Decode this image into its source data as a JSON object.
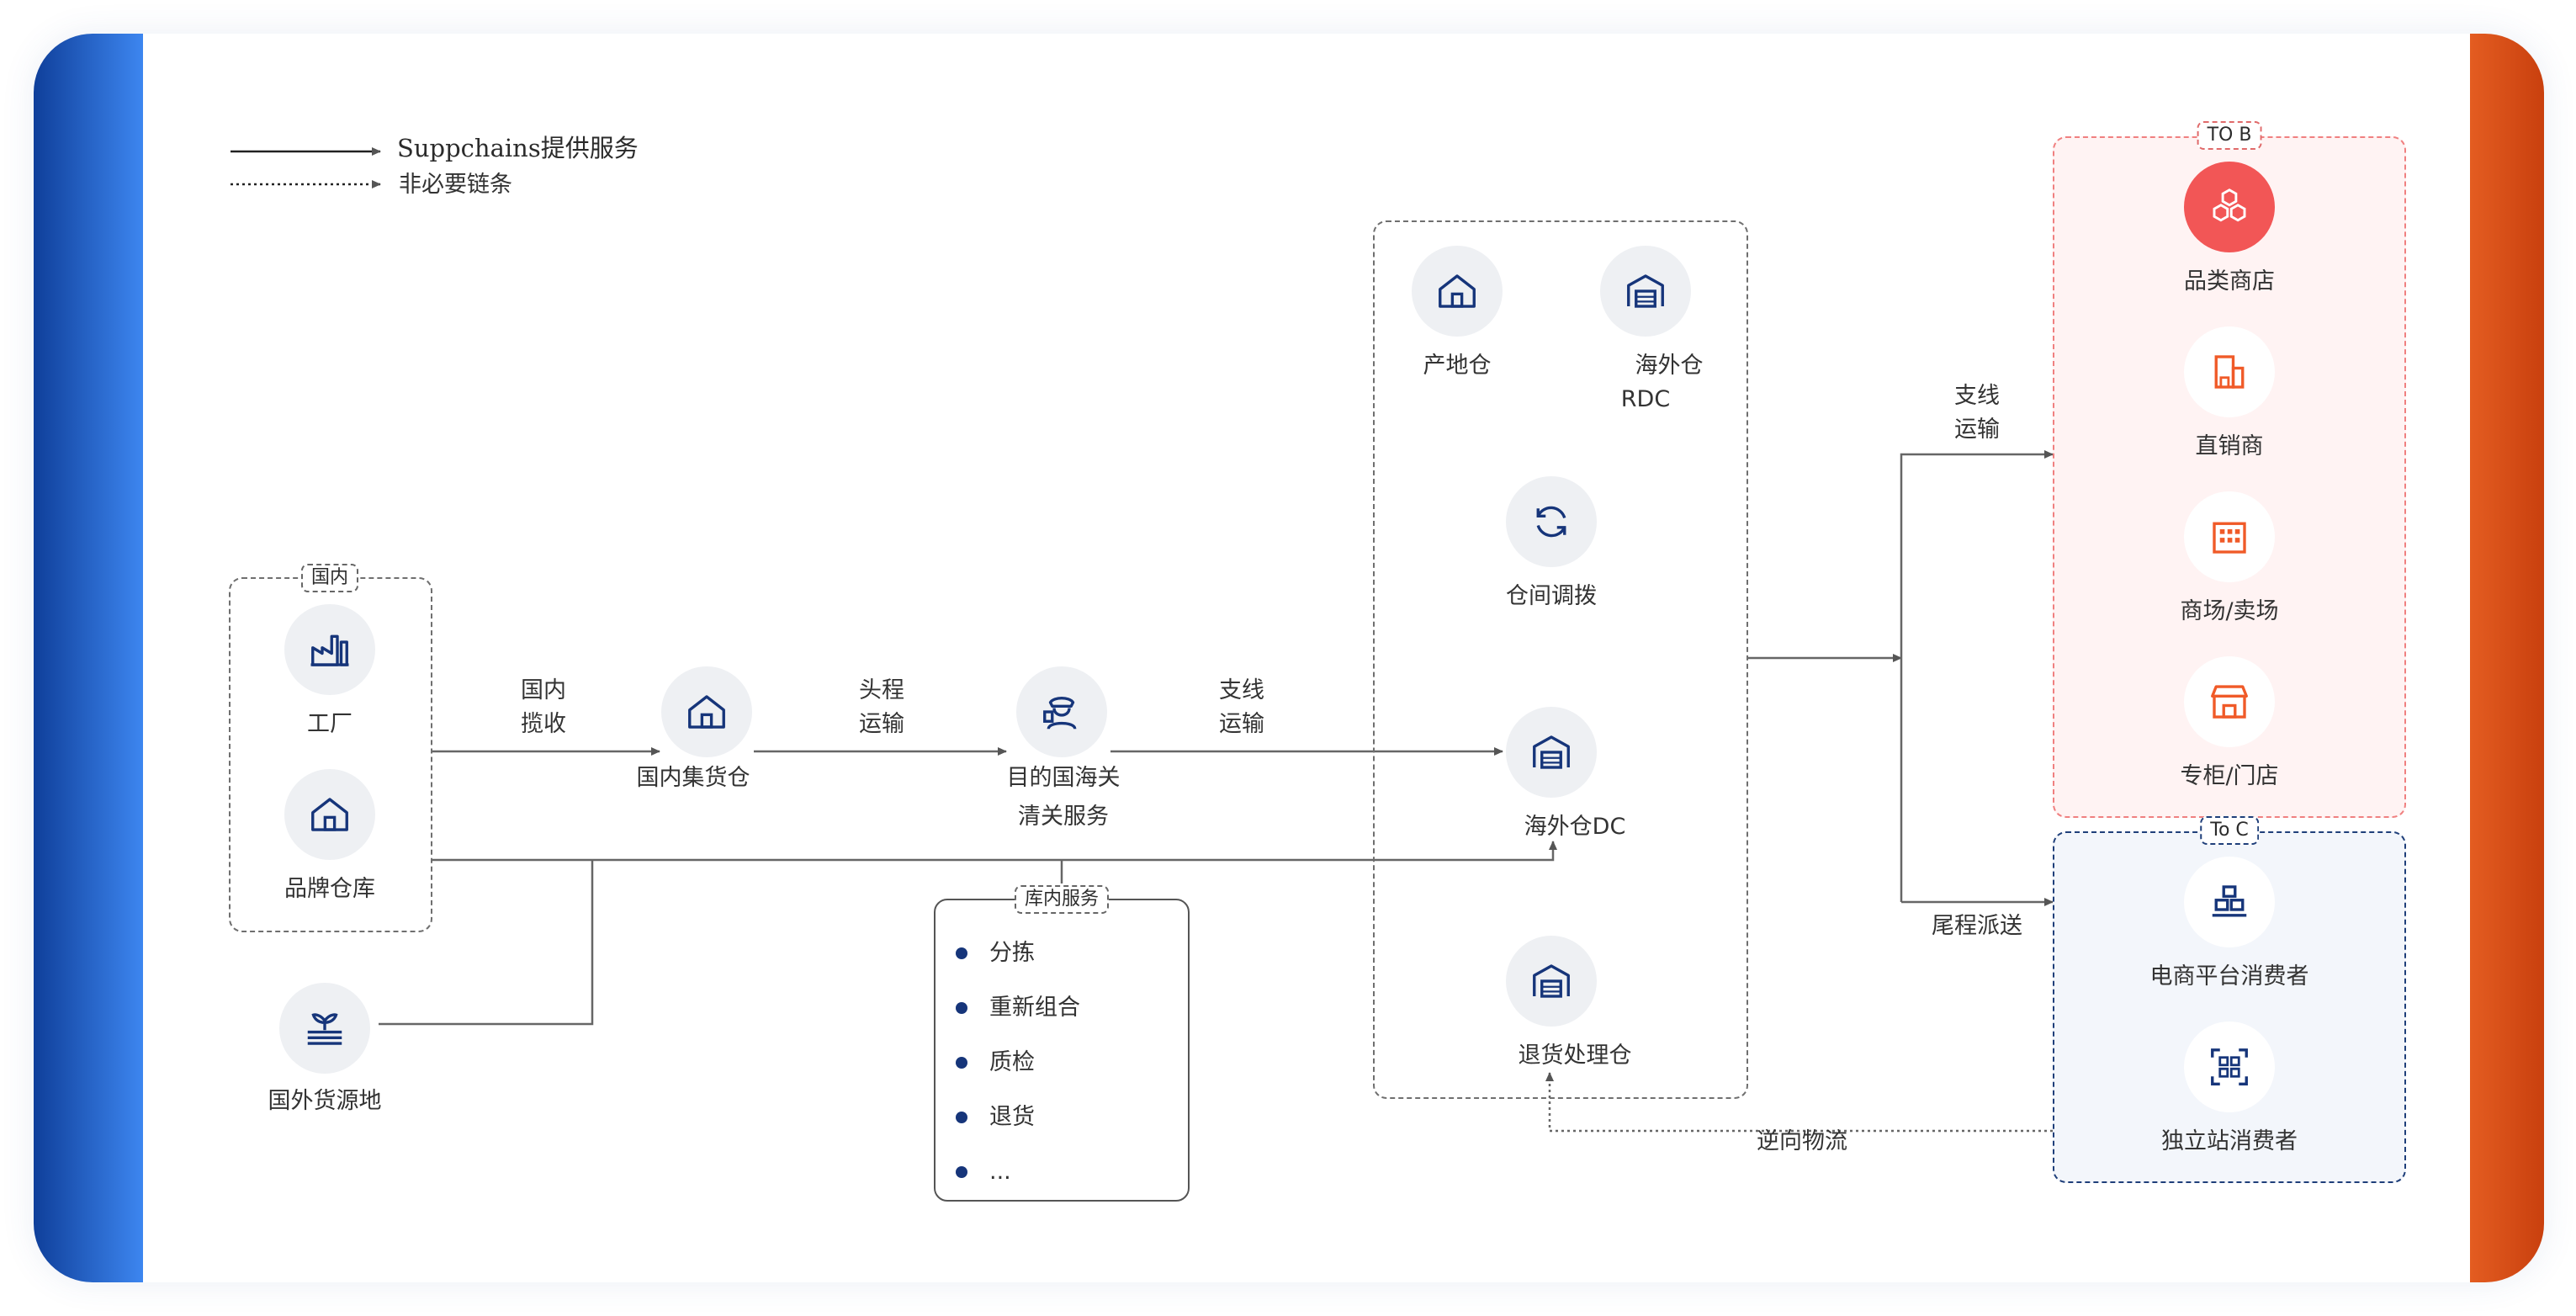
{
  "legend": {
    "solid": "Suppchains提供服务",
    "dashed": "非必要链条"
  },
  "domestic": {
    "tag": "国内",
    "factory": "工厂",
    "brand_warehouse": "品牌仓库"
  },
  "overseas_source": "国外货源地",
  "edges": {
    "domestic_pickup": [
      "国内",
      "揽收"
    ],
    "first_leg": [
      "头程",
      "运输"
    ],
    "branch_1": [
      "支线",
      "运输"
    ],
    "branch_2": [
      "支线",
      "运输"
    ],
    "last_mile": "尾程派送",
    "reverse": "逆向物流"
  },
  "nodes": {
    "consolidation": "国内集货仓",
    "customs": [
      "目的国海关",
      "清关服务"
    ]
  },
  "warehouse_services": {
    "tag": "库内服务",
    "items": [
      "分拣",
      "重新组合",
      "质检",
      "退货",
      "..."
    ]
  },
  "overseas": {
    "origin_warehouse": "产地仓",
    "rdc": [
      "海外仓",
      "RDC"
    ],
    "transfer": "仓间调拨",
    "dc": "海外仓DC",
    "returns": "退货处理仓"
  },
  "to_b": {
    "tag": "TO B",
    "items": [
      "品类商店",
      "直销商",
      "商场/卖场",
      "专柜/门店"
    ]
  },
  "to_c": {
    "tag": "To C",
    "items": [
      "电商平台消费者",
      "独立站消费者"
    ]
  },
  "colors": {
    "navy": "#16357a",
    "orange": "#f05a28",
    "to_b_bg": "#fff3f3",
    "to_b_border": "#f08080",
    "to_c_bg": "#f3f6fb",
    "to_c_border": "#1f3f7a"
  }
}
